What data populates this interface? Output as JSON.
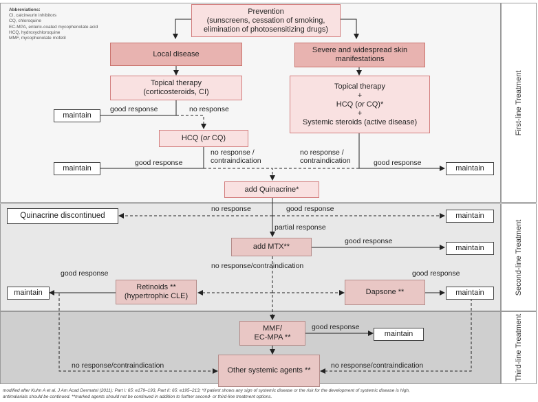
{
  "abbreviations": {
    "title": "Abbreviations:",
    "items": [
      "CI, calcineurin inhibitors",
      "CQ, chloroquine",
      "EC-MPA, enteric-coated mycophenolate acid",
      "HCQ, hydroxychloroquine",
      "MMF, mycophenolate mofetil"
    ]
  },
  "bands": {
    "first": "First-line Treatment",
    "second": "Second-line Treatment",
    "third": "Third-line Treatment"
  },
  "nodes": {
    "prevention": [
      "Prevention",
      "(sunscreens, cessation of smoking,",
      "elimination of photosensitizing drugs)"
    ],
    "local": [
      "Local disease"
    ],
    "severe": [
      "Severe and widespread skin",
      "manifestations"
    ],
    "topical_left": [
      "Topical therapy",
      "(corticosteroids, CI)"
    ],
    "topical_right_1": "Topical therapy",
    "topical_right_plus1": "+",
    "topical_right_hcq": "HCQ (",
    "topical_right_or": "or",
    "topical_right_cq": " CQ)*",
    "topical_right_plus2": "+",
    "topical_right_3": "Systemic steroids (active disease)",
    "hcq_pre": "HCQ (",
    "hcq_or": "or",
    "hcq_post": " CQ)",
    "quinacrine": "add Quinacrine*",
    "discontinued": "Quinacrine discontinued",
    "mtx": "add MTX**",
    "retinoids": [
      "Retinoids **",
      "(hypertrophic CLE)"
    ],
    "dapsone": "Dapsone **",
    "mmf": [
      "MMF/",
      "EC-MPA **"
    ],
    "other": "Other systemic agents **",
    "maintain": "maintain"
  },
  "edge_labels": {
    "good_response": "good response",
    "no_response": "no response",
    "no_response_contra": [
      "no response /",
      "contraindication"
    ],
    "partial_response": "partial response",
    "no_response_contra_inline": "no response/contraindication"
  },
  "footnote": [
    "modified after Kuhn A et al. J Am Acad Dermatol (2011): Part I: 65: e179–193, Part II: 65: e195–213; *if patient shows any sign of systemic disease or the risk for the development of systemic disease is high,",
    "antimalarials should be continued. **marked agents should not be continued in addition to further second- or third-line treatment options."
  ]
}
